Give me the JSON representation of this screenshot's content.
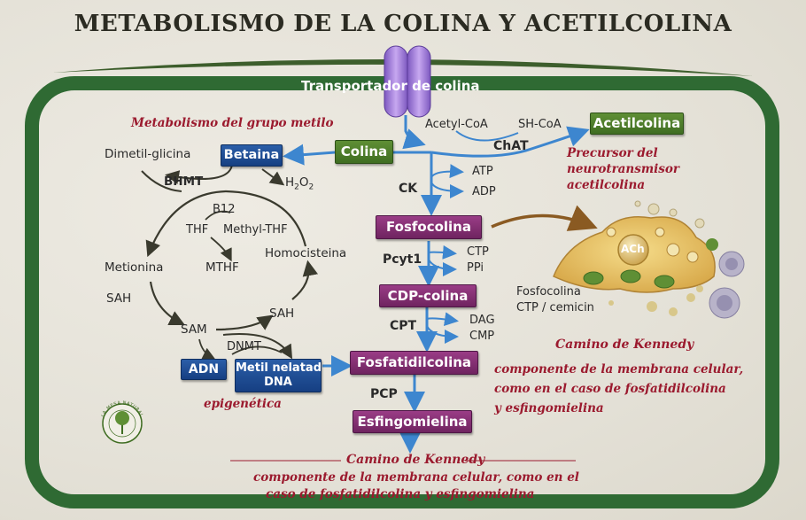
{
  "title": "METABOLISMO DE LA COLINA Y ACETILCOLINA",
  "membrane": {
    "transporter_label": "Transportador de colina"
  },
  "choline": {
    "label": "Colina"
  },
  "acetylcholine_branch": {
    "acetyl_coa": "Acetyl-CoA",
    "sh_coa": "SH-CoA",
    "enzyme": "ChAT",
    "product": "Acetilcolina",
    "note_line1": "Precursor del",
    "note_line2": "neurotransmisor",
    "note_line3": "acetilcolina"
  },
  "kennedy": {
    "ck": "CK",
    "atp": "ATP",
    "adp": "ADP",
    "phosphocholine": "Fosfocolina",
    "pcyt1": "Pcyt1",
    "ctp": "CTP",
    "ppi": "PPi",
    "cdp_choline": "CDP-colina",
    "cpt": "CPT",
    "dag": "DAG",
    "cmp": "CMP",
    "phosphatidylcholine": "Fosfatidilcolina",
    "pcp": "PCP",
    "sphingomyelin": "Esfingomielina",
    "pathway_name": "Camino de Kennedy",
    "note_line1": "componente de la membrana celular,",
    "note_line2": "como en el caso de fosfatidilcolina",
    "note_line3": "y esfingomielina"
  },
  "methyl": {
    "section_title": "Metabolismo del grupo metilo",
    "dimethylglycine": "Dimetil-glicina",
    "betaine": "Betaina",
    "bhmt": "BHMT",
    "h2o2": "H",
    "h2o2_sub1": "2",
    "h2o2_o": "O",
    "h2o2_sub2": "2",
    "b12": "B12",
    "thf": "THF",
    "methyl_thf": "Methyl-THF",
    "methionine": "Metionina",
    "mthf": "MTHF",
    "homocysteine": "Homocisteina",
    "sah_left": "SAH",
    "sam": "SAM",
    "sah_right": "SAH",
    "dnmt": "DNMT",
    "adn": "ADN",
    "methylated_dna_line1": "Metil nelatad",
    "methylated_dna_line2": "DNA",
    "epigenetics": "epigenética"
  },
  "neuron": {
    "ach": "ACh",
    "label_line1": "Fosfocolina",
    "label_line2": "CTP / cemicin"
  },
  "logo": {
    "text": "LA MESA NATURAL"
  },
  "bottom": {
    "pathway_name": "Camino de Kennedy",
    "line1": "componente de la membrana celular, como en el",
    "line2": "caso de  fosfatidilcolina y esfingomielina"
  },
  "colors": {
    "membrane": "#2f6a33",
    "arrow_blue": "#3d86cf",
    "arrow_dark": "#3a3a2e",
    "title_text": "#2b2b22",
    "note_red": "#9b1a2e",
    "box_purple": "#7d2b6d",
    "box_blue": "#1f4f96",
    "box_green": "#4d7d2a",
    "transporter": "#a17cd8"
  }
}
